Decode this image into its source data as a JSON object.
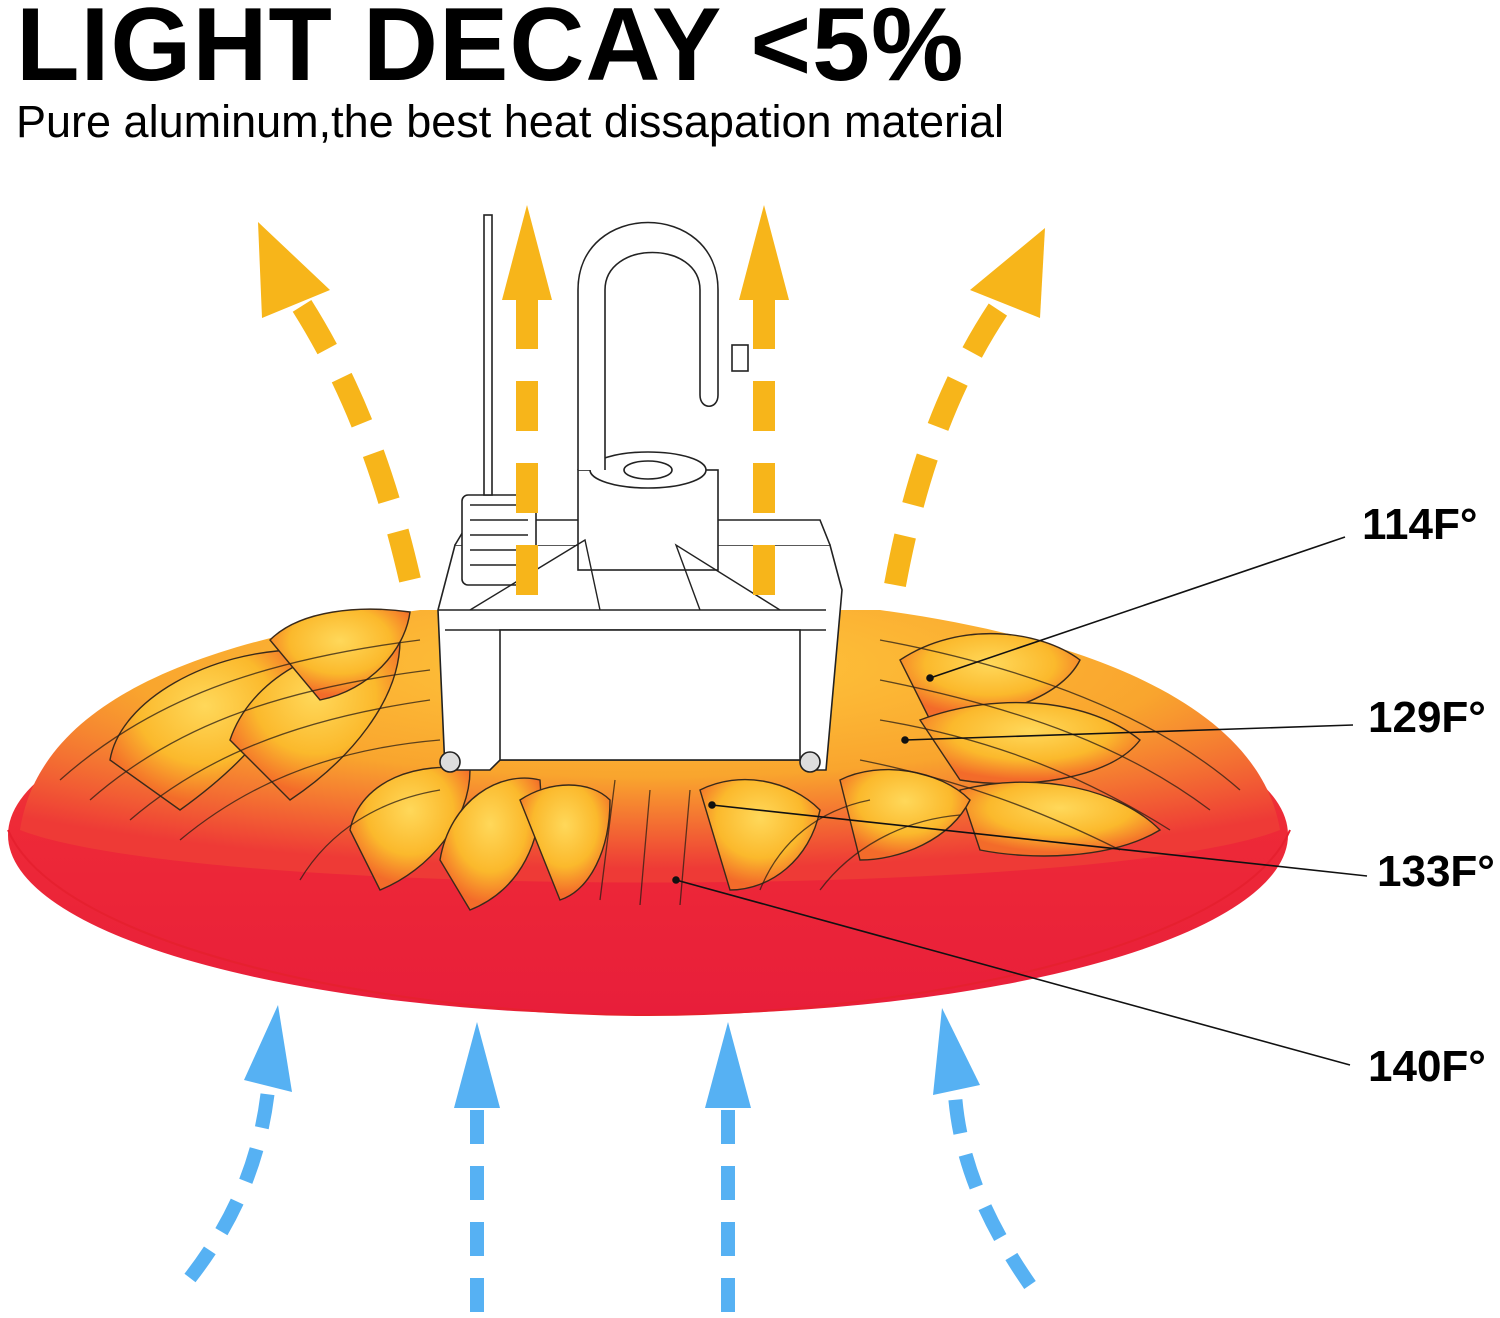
{
  "heading": {
    "title": "LIGHT DECAY <5%",
    "subtitle": "Pure aluminum,the best heat dissapation material"
  },
  "temperatures": [
    "114F°",
    "129F°",
    "133F°",
    "140F°"
  ],
  "colors": {
    "hot_rim": "#ee2a37",
    "warm_fins": "#fbbd2e",
    "heat_arrows": "#f7b51a",
    "cool_arrows": "#56b1f3",
    "outline": "#222222"
  },
  "icons": {
    "product": "ufo-high-bay-light",
    "hot_air": "dashed-up-arrow-orange",
    "cool_air": "dashed-up-arrow-blue"
  }
}
